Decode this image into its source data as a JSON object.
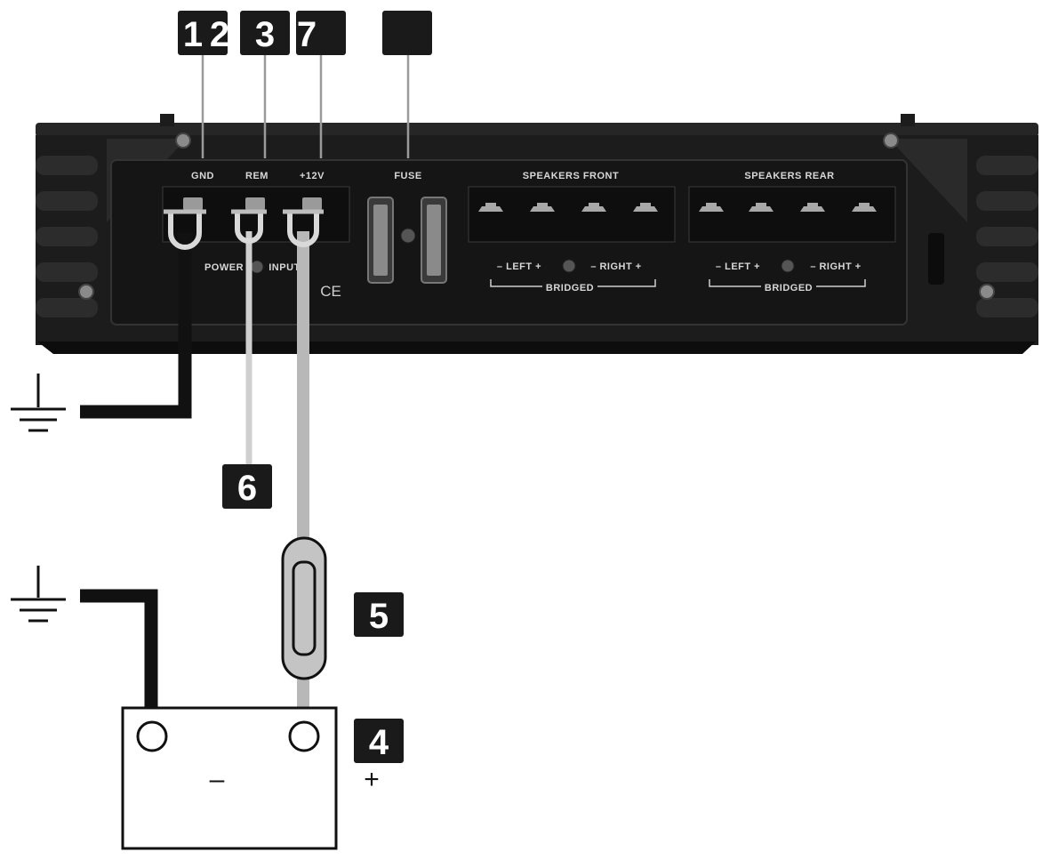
{
  "callouts": {
    "c1": "1",
    "c2": "2",
    "c3": "3",
    "c7": "7",
    "c_fuse": "",
    "c4": "4",
    "c5": "5",
    "c6": "6"
  },
  "amp_labels": {
    "gnd": "GND",
    "rem": "REM",
    "plus12v": "+12V",
    "fuse": "FUSE",
    "speakers_front": "SPEAKERS FRONT",
    "speakers_rear": "SPEAKERS REAR",
    "power": "POWER",
    "input": "INPUT",
    "ce": "CE",
    "front_left": "–  LEFT  +",
    "front_right": "– RIGHT +",
    "front_bridged": "BRIDGED",
    "rear_left": "–  LEFT  +",
    "rear_right": "– RIGHT +",
    "rear_bridged": "BRIDGED"
  },
  "battery": {
    "minus": "–",
    "plus": "+"
  },
  "colors": {
    "amp_body": "#1c1c1c",
    "amp_panel": "#111111",
    "ground_wire": "#111111",
    "power_wire": "#b8b8b8",
    "remote_wire": "#cfcfcf",
    "callout_bg": "#1a1a1a"
  }
}
